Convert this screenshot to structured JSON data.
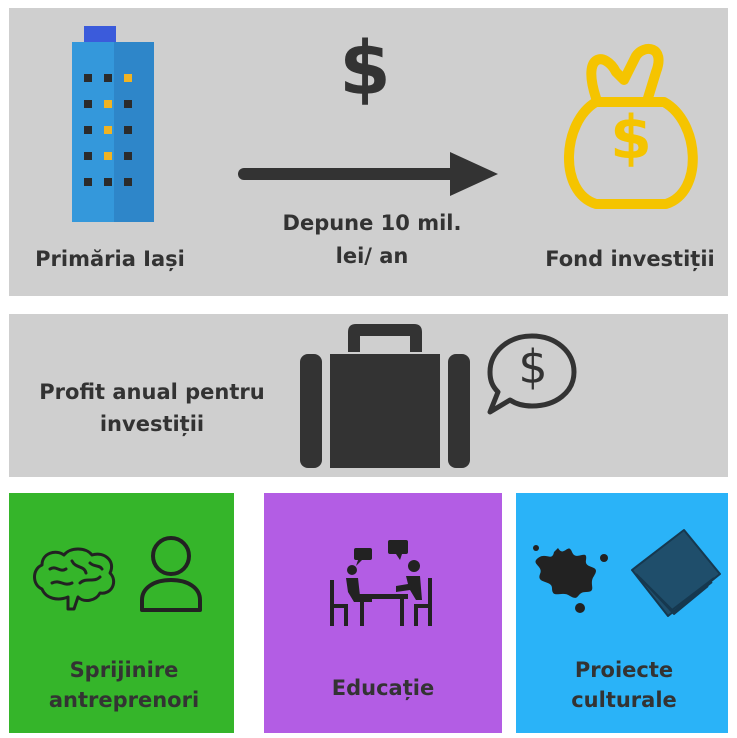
{
  "top": {
    "source_label": "Primăria Iași",
    "flow_label": "Depune 10 mil.\nlei/ an",
    "target_label": "Fond investiții",
    "currency_symbol": "$"
  },
  "middle": {
    "profit_label": "Profit anual pentru\ninvestiții",
    "bubble_symbol": "$"
  },
  "bottom": {
    "cards": [
      {
        "label": "Sprijinire\nantreprenori",
        "color": "#35b52a",
        "icons": [
          "brain-icon",
          "person-icon"
        ]
      },
      {
        "label": "Educație",
        "color": "#b35de4",
        "icons": [
          "meeting-icon"
        ]
      },
      {
        "label": "Proiecte\nculturale",
        "color": "#2ab3f8",
        "icons": [
          "paint-splash-icon",
          "book-icon"
        ]
      }
    ]
  },
  "colors": {
    "panel_gray": "#cfcfcf",
    "text_dark": "#333333",
    "building_blue": "#3498db",
    "bag_yellow": "#f5c400"
  }
}
